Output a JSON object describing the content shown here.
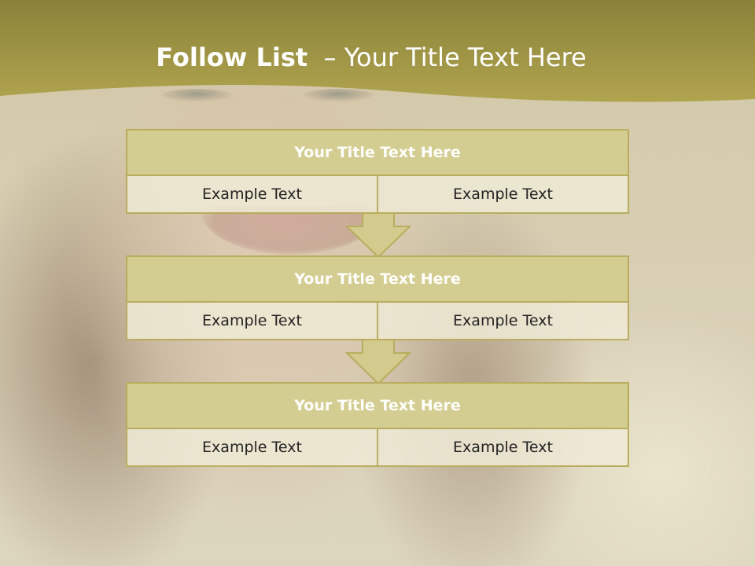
{
  "title": {
    "bold": "Follow List",
    "rest": "  – Your Title Text Here"
  },
  "colors": {
    "header_olive": "#a9a045",
    "header_dark": "#8a8239",
    "box_border": "#b9ac5e",
    "box_head": "#d3cb8d",
    "box_body": "#eeead6"
  },
  "blocks": [
    {
      "heading": "Your Title Text Here",
      "cells": [
        "Example Text",
        "Example Text"
      ]
    },
    {
      "heading": "Your Title Text Here",
      "cells": [
        "Example Text",
        "Example Text"
      ]
    },
    {
      "heading": "Your Title Text Here",
      "cells": [
        "Example Text",
        "Example Text"
      ]
    }
  ]
}
